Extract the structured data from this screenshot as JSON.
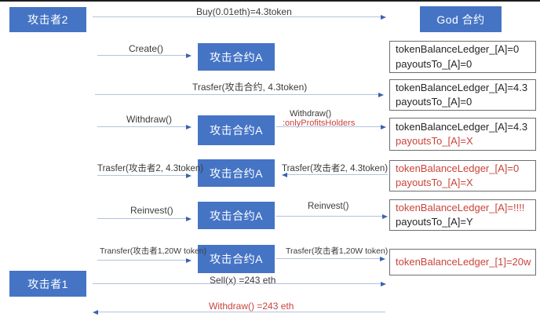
{
  "colors": {
    "node_blue": "#4574c5",
    "arrow_line": "#b3c2de",
    "arrow_head": "#3a62ae",
    "alert_red": "#c9443a",
    "text_black": "#262626",
    "ledger_border": "#6e6e6e"
  },
  "nodes": {
    "attacker2": "攻击者2",
    "attacker1": "攻击者1",
    "god_contract": "God 合约",
    "contract_a": "攻击合约A"
  },
  "messages": {
    "buy": "Buy(0.01eth)=4.3token",
    "create": "Create()",
    "transfer_contract": "Trasfer(攻击合约, 4.3token)",
    "withdraw_left": "Withdraw()",
    "withdraw_right": "Withdraw()",
    "only_profits_holders": ":onlyProfitsHolders",
    "transfer_attacker2_left": "Trasfer(攻击者2, 4.3token)",
    "transfer_attacker2_right": "Trasfer(攻击者2, 4.3token)",
    "reinvest_left": "Reinvest()",
    "reinvest_right": "Reinvest()",
    "transfer_attacker1_left": "Transfer(攻击者1,20W token)",
    "transfer_attacker1_right": "Trasfer(攻击者1,20W token)",
    "sell": "Sell(x) =243 eth",
    "withdraw_final": "Withdraw() =243 eth"
  },
  "ledgers": {
    "state1": {
      "line1": "tokenBalanceLedger_[A]=0",
      "line2": "payoutsTo_[A]=0"
    },
    "state2": {
      "line1": "tokenBalanceLedger_[A]=4.3",
      "line2": "payoutsTo_[A]=0"
    },
    "state3": {
      "line1": "tokenBalanceLedger_[A]=4.3",
      "line2": "payoutsTo_[A]=X"
    },
    "state4": {
      "line1": "tokenBalanceLedger_[A]=0",
      "line2": "payoutsTo_[A]=X"
    },
    "state5": {
      "line1": "tokenBalanceLedger_[A]=!!!!",
      "line2": "payoutsTo_[A]=Y"
    },
    "state6": {
      "line1": "tokenBalanceLedger_[1]=20w"
    }
  }
}
